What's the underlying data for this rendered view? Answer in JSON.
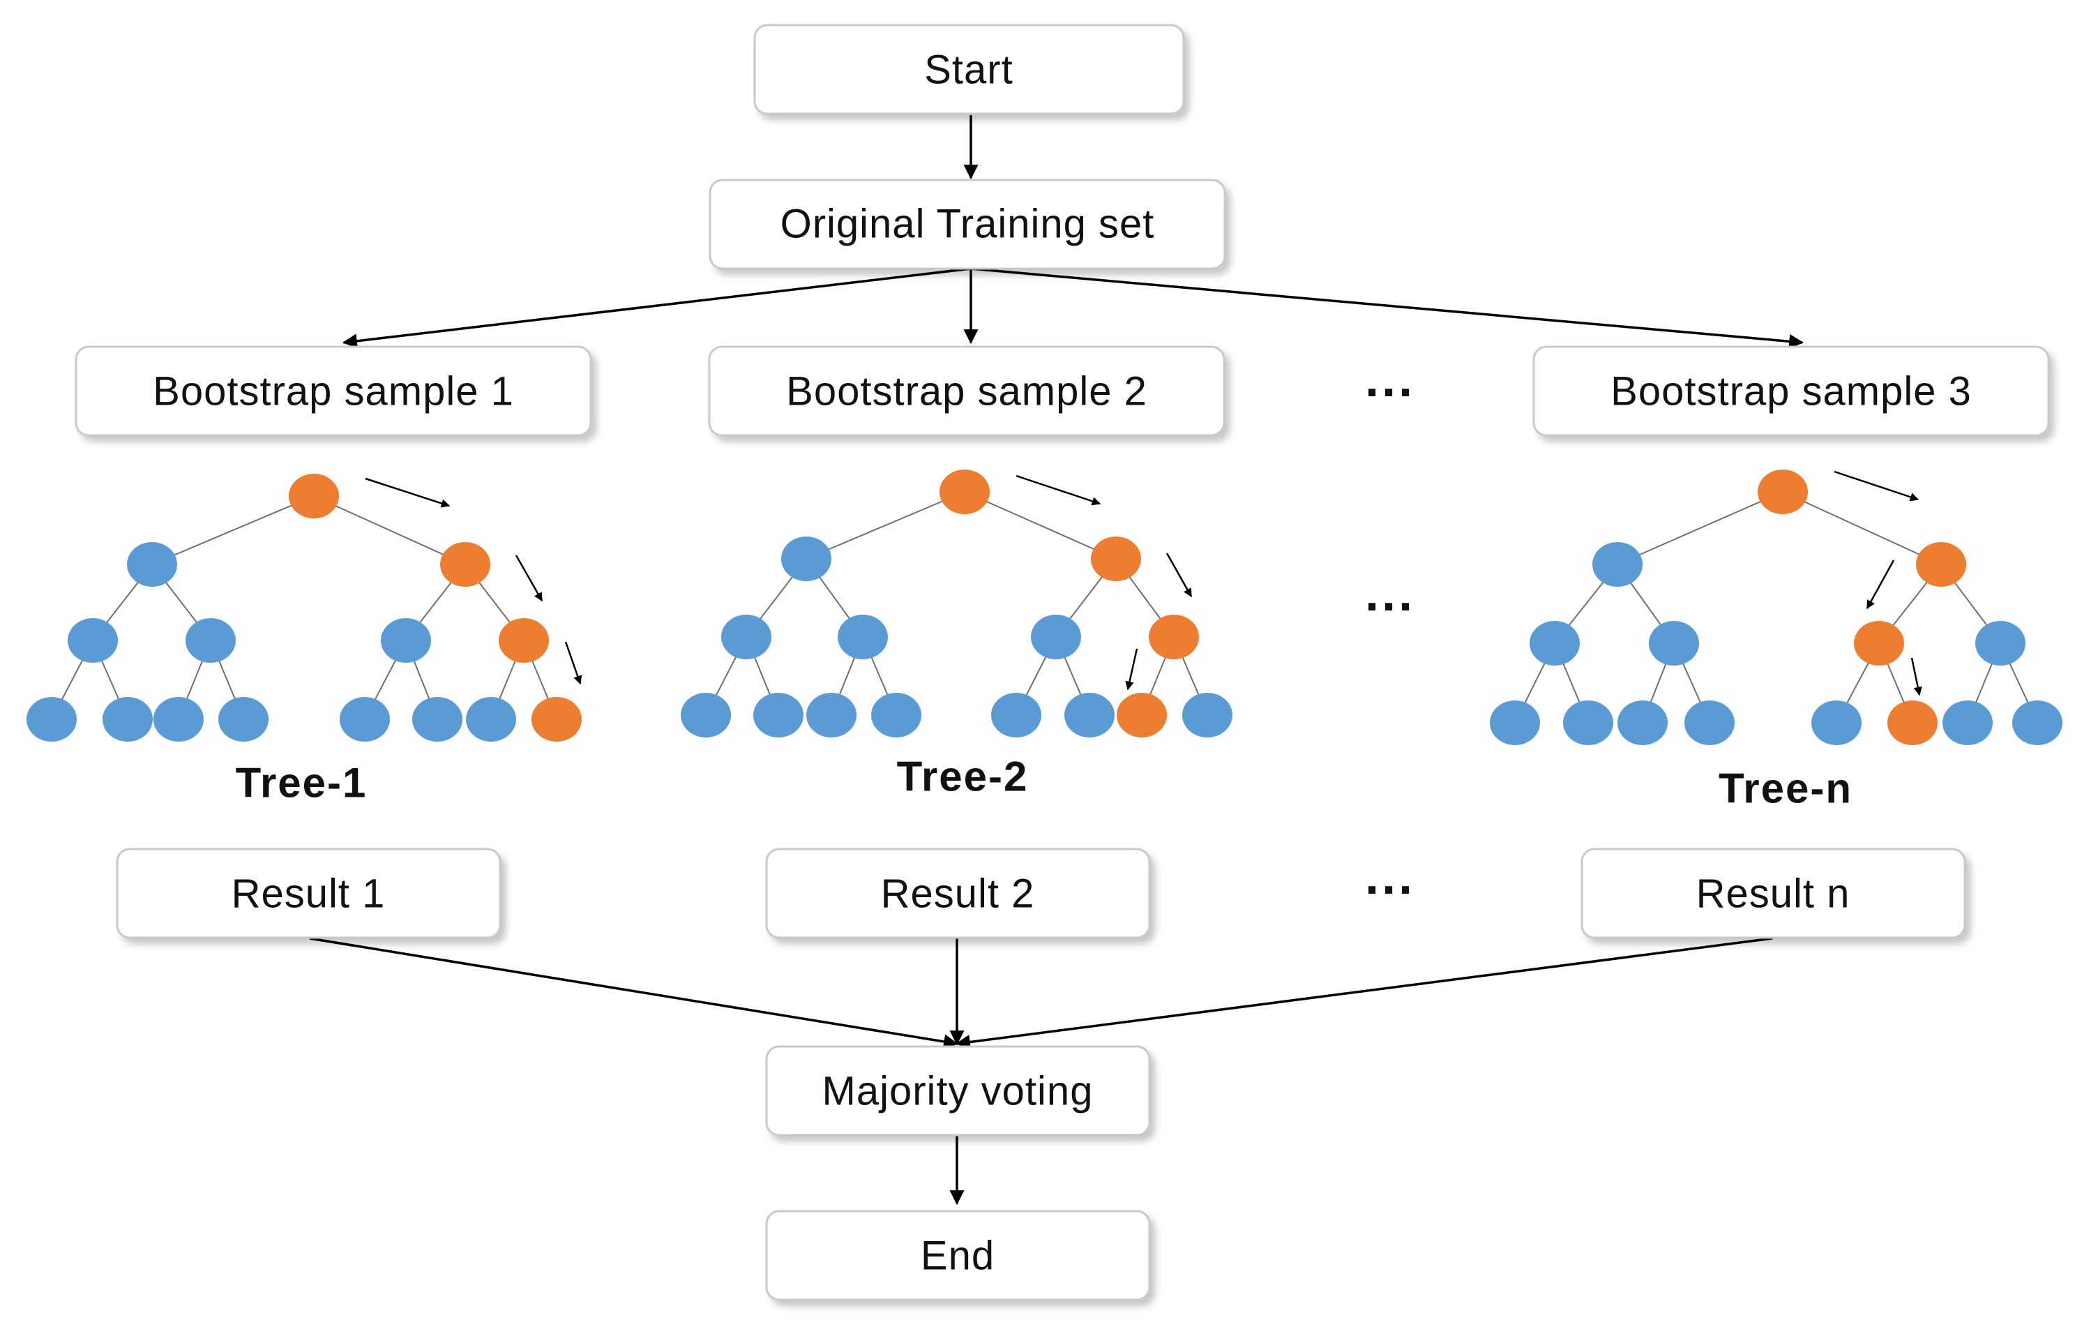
{
  "colors": {
    "blue_node": "#5b9bd5",
    "orange_node": "#ed7d31",
    "box_border": "#c9c9c9",
    "line": "#000000"
  },
  "boxes": {
    "start": "Start",
    "training_set": "Original Training set",
    "bootstrap_1": "Bootstrap sample 1",
    "bootstrap_2": "Bootstrap sample 2",
    "bootstrap_3": "Bootstrap sample 3",
    "result_1": "Result 1",
    "result_2": "Result 2",
    "result_n": "Result n",
    "majority": "Majority voting",
    "end": "End"
  },
  "trees": {
    "tree_1": "Tree-1",
    "tree_2": "Tree-2",
    "tree_n": "Tree-n"
  },
  "ellipsis": "···"
}
